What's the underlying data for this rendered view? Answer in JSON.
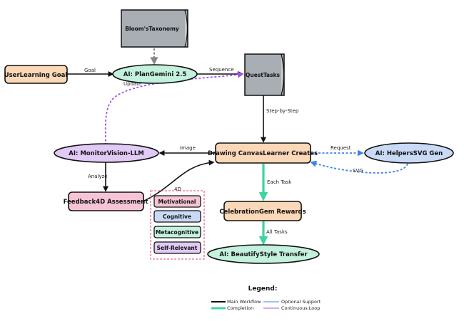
{
  "nodes": {
    "bloom": "Bloom'sTaxonomy",
    "user_goal": "UserLearning Goal",
    "plan": "AI: PlanGemini 2.5",
    "quest": "QuestTasks",
    "monitor": "AI: MonitorVision-LLM",
    "canvas": "Drawing CanvasLearner Creates",
    "helpers": "AI: HelpersSVG Gen",
    "feedback": "Feedback4D Assessment",
    "celebration": "CelebrationGem Rewards",
    "beautify": "AI: BeautifyStyle Transfer",
    "dimensions": [
      "Motivational",
      "Cognitive",
      "Metacognitive",
      "Self-Relevant"
    ]
  },
  "edges": {
    "goal": "Goal",
    "sequence": "Sequence",
    "update": "Update",
    "step": "Step-by-Step",
    "image": "Image",
    "request": "Request",
    "svg": "SVG",
    "analyze": "Analyze",
    "fourd": "4D",
    "each_task": "Each Task",
    "all_tasks": "All Tasks"
  },
  "legend": {
    "title": "Legend:",
    "main": "Main Workflow",
    "optional": "Optional Support",
    "completion": "Completion",
    "loop": "Continuous Loop"
  },
  "colors": {
    "peach": "#fbd8b8",
    "gray": "#a9adb4",
    "mint": "#c4f1de",
    "lavender": "#e2caf6",
    "blue": "#c9daf6",
    "pink": "#f6c4d6",
    "green_edge": "#3fd3a0",
    "purple_edge": "#a154ec",
    "blue_edge": "#3f82ea"
  }
}
